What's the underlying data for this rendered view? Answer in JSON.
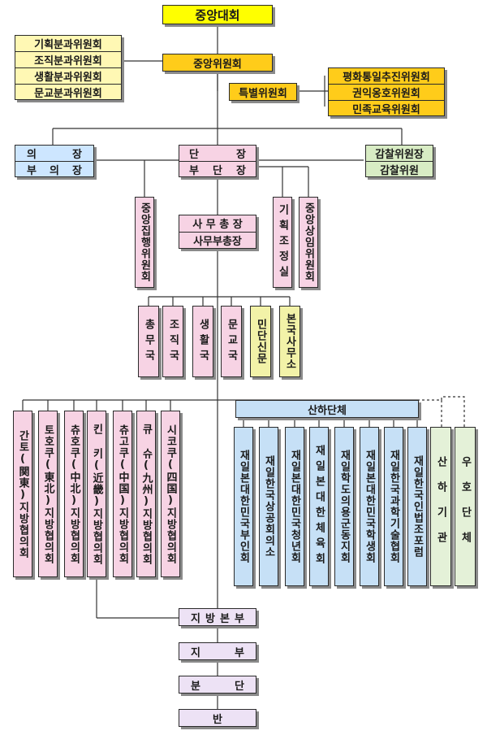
{
  "nodes": {
    "central_congress": "중앙대회",
    "planning_sub": "기획분과위원회",
    "org_sub": "조직분과위원회",
    "life_sub": "생활분과위원회",
    "culture_sub": "문교분과위원회",
    "central_committee": "중앙위원회",
    "special_committee": "특별위원회",
    "peace_unification": "평화통일추진위원회",
    "rights_protection": "권익옹호위원회",
    "national_education": "민족교육위원회",
    "chair_1": "의",
    "chair_2": "장",
    "vice_chair_1": "부",
    "vice_chair_2": "의",
    "vice_chair_3": "장",
    "leader_1": "단",
    "leader_2": "장",
    "vice_leader_1": "부",
    "vice_leader_2": "단",
    "vice_leader_3": "장",
    "audit_chief": "감찰위원장",
    "auditor": "감찰위원",
    "central_executive": "중앙집행위원회",
    "planning_office": "기획조정실",
    "central_standing": "중앙상임위원회",
    "secretary_general": "사 무 총 장",
    "deputy_secretary": "사무부총장",
    "dept_general": "총무국",
    "dept_org": "조직국",
    "dept_life": "생활국",
    "dept_culture": "문교국",
    "dept_newspaper": "민단신문",
    "dept_hq_office": "본국사무소",
    "affiliates": "산하단체",
    "region_kanto": "간토(関東)지방협의회",
    "region_tohoku": "토호쿠(東北)지방협의회",
    "region_chubu": "츄호쿠(中北)지방협의회",
    "region_kinki": "킨 키(近畿)지방협의회",
    "region_chugoku": "츄고쿠(中国)지방협의회",
    "region_kyushu": "큐 슈(九州)지방협의회",
    "region_shikoku": "시코쿠(四国)지방협의회",
    "org_women": "재일본대한민국부인회",
    "org_commerce": "재일한국상공회의소",
    "org_youth": "재일본대한민국청년회",
    "org_sports": "재일본대한체육회",
    "org_veterans": "재일학도의용군동지회",
    "org_students": "재일본대한민국학생회",
    "org_science": "재일한국과학기술협회",
    "org_legal": "재일한국인법조포럼",
    "affiliated_agencies": "산하기관",
    "friendly_groups": "우호단체",
    "local_hq_1": "지",
    "local_hq_2": "방",
    "local_hq_3": "본",
    "local_hq_4": "부",
    "branch_1": "지",
    "branch_2": "부",
    "subbranch_1": "분",
    "subbranch_2": "단",
    "unit": "반"
  },
  "colors": {
    "top": "#ffff00",
    "committees": "#ffcc1a",
    "subcommittees": "#fff8b4",
    "chair": "#cde6ff",
    "leadership": "#f7d3e4",
    "audit": "#d8ecc4",
    "regional": "#f7d3e4",
    "affiliates": "#c6e0f6",
    "lines": "#333333"
  }
}
